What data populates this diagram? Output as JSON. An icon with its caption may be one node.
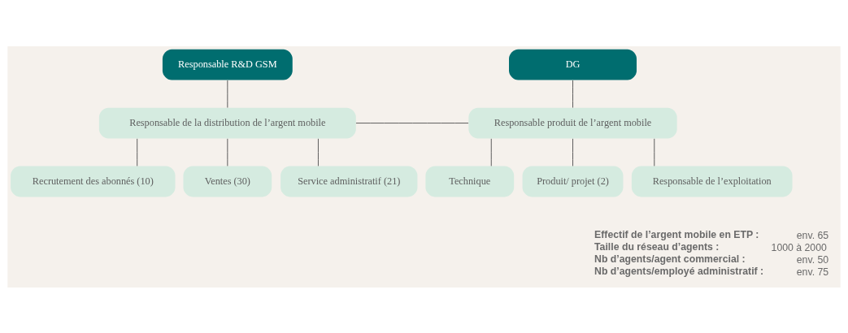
{
  "diagram": {
    "nodes": [
      {
        "text": [
          "Responsable R&D GSM"
        ]
      },
      {
        "text": [
          "DG"
        ]
      },
      {
        "text": [
          "Responsable de la distribution de l’argent mobile"
        ]
      },
      {
        "text": [
          "Responsable produit de l’argent mobile"
        ]
      },
      {
        "text": [
          "Recrutement des abonnés (10)"
        ]
      },
      {
        "text": [
          "Ventes (30)"
        ]
      },
      {
        "text": [
          "Service administratif (21)"
        ]
      },
      {
        "text": [
          "Technique"
        ]
      },
      {
        "text": [
          "Produit/ projet (2)"
        ]
      },
      {
        "text": [
          "Responsable de l’exploitation"
        ]
      }
    ],
    "edges": [
      {
        "from": 0,
        "to": 2,
        "arrow": "none"
      },
      {
        "from": 1,
        "to": 3,
        "arrow": "none"
      },
      {
        "from": 2,
        "to": 3,
        "arrow": "none"
      },
      {
        "from": 2,
        "to": 4,
        "arrow": "none"
      },
      {
        "from": 2,
        "to": 5,
        "arrow": "none"
      },
      {
        "from": 2,
        "to": 6,
        "arrow": "none"
      },
      {
        "from": 3,
        "to": 7,
        "arrow": "none"
      },
      {
        "from": 3,
        "to": 8,
        "arrow": "none"
      },
      {
        "from": 3,
        "to": 9,
        "arrow": "none"
      }
    ],
    "labels": [
      "Effectif de l’argent mobile en ETP :",
      "env. 65",
      "Taille du réseau d’agents :",
      "1000 à 2000",
      "Nb d’agents/agent commercial :",
      "env. 50",
      "Nb d’agents/employé administratif :",
      "env. 75"
    ]
  }
}
